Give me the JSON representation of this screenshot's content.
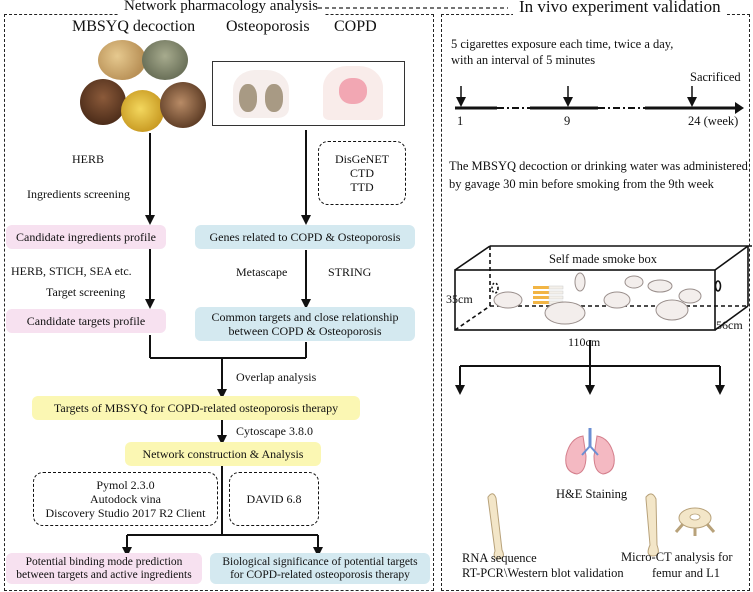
{
  "header": {
    "left_title": "Network pharmacology analysis",
    "right_title": "In vivo experiment validation"
  },
  "left": {
    "decoction_title": "MBSYQ decoction",
    "osteoporosis_label": "Osteoporosis",
    "copd_label": "COPD",
    "herb_label": "HERB",
    "ingredients_screening": "Ingredients screening",
    "databases": [
      "DisGeNET",
      "CTD",
      "TTD"
    ],
    "candidate_ingredients": "Candidate ingredients profile",
    "genes_related": "Genes related to COPD & Osteoporosis",
    "herb_stich": "HERB, STICH, SEA etc.",
    "target_screening": "Target screening",
    "metascape": "Metascape",
    "string": "STRING",
    "candidate_targets": "Candidate targets profile",
    "common_targets_line1": "Common targets and close relationship",
    "common_targets_line2": "between COPD & Osteoporosis",
    "overlap_analysis": "Overlap analysis",
    "targets_mbsyq": "Targets of MBSYQ for COPD-related osteoporosis therapy",
    "cytoscape": "Cytoscape 3.8.0",
    "network_construction": "Network construction & Analysis",
    "docking_tools": [
      "Pymol 2.3.0",
      "Autodock vina",
      "Discovery Studio 2017 R2 Client"
    ],
    "david": "DAVID 6.8",
    "binding_mode_line1": "Potential binding mode prediction",
    "binding_mode_line2": "between targets and active ingredients",
    "bio_sig_line1": "Biological significance of  potential targets",
    "bio_sig_line2": "for COPD-related osteoporosis therapy"
  },
  "right": {
    "exposure_line1": "5 cigarettes exposure each time, twice a day,",
    "exposure_line2": "with an interval of 5 minutes",
    "sacrificed": "Sacrificed",
    "timeline_labels": [
      "1",
      "9",
      "24 (week)"
    ],
    "admin_line1": "The MBSYQ decoction or drinking water was administered",
    "admin_line2": "by gavage 30 min before smoking from the 9th week",
    "smoke_box": "Self made smoke box",
    "dim_height": "35cm",
    "dim_depth": "56cm",
    "dim_length": "110cm",
    "he_staining": "H&E Staining",
    "rna_line1": "RNA sequence",
    "rna_line2": "RT-PCR\\Western blot validation",
    "microct_line1": "Micro-CT analysis  for",
    "microct_line2": "femur and L1"
  }
}
